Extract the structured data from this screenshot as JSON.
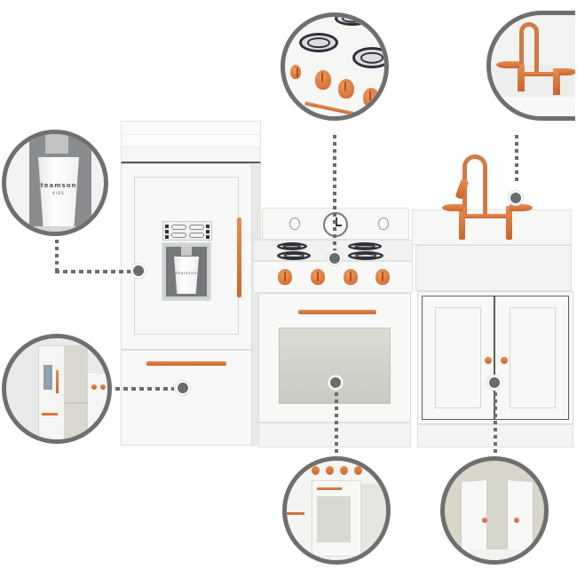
{
  "image": {
    "subject": "White play kitchen with copper accents",
    "background_color": "#ffffff",
    "accent_color": "#d4733a",
    "callout_ring_color": "#6f6f6f",
    "marker_color": "#6b6b6b"
  },
  "cup": {
    "brand": "teamson",
    "sub": "KIDS"
  },
  "callouts": [
    {
      "id": "water-dispenser",
      "label": "Water dispenser with cup"
    },
    {
      "id": "stove-knobs",
      "label": "Clicking stove knobs and burners"
    },
    {
      "id": "faucet",
      "label": "Copper faucet"
    },
    {
      "id": "fridge-open",
      "label": "Refrigerator and freezer open"
    },
    {
      "id": "oven-open",
      "label": "Oven door opens"
    },
    {
      "id": "cabinet-open",
      "label": "Sink cabinet doors open"
    }
  ],
  "dispenser_buttons": [
    "",
    "",
    "",
    "",
    "",
    ""
  ]
}
